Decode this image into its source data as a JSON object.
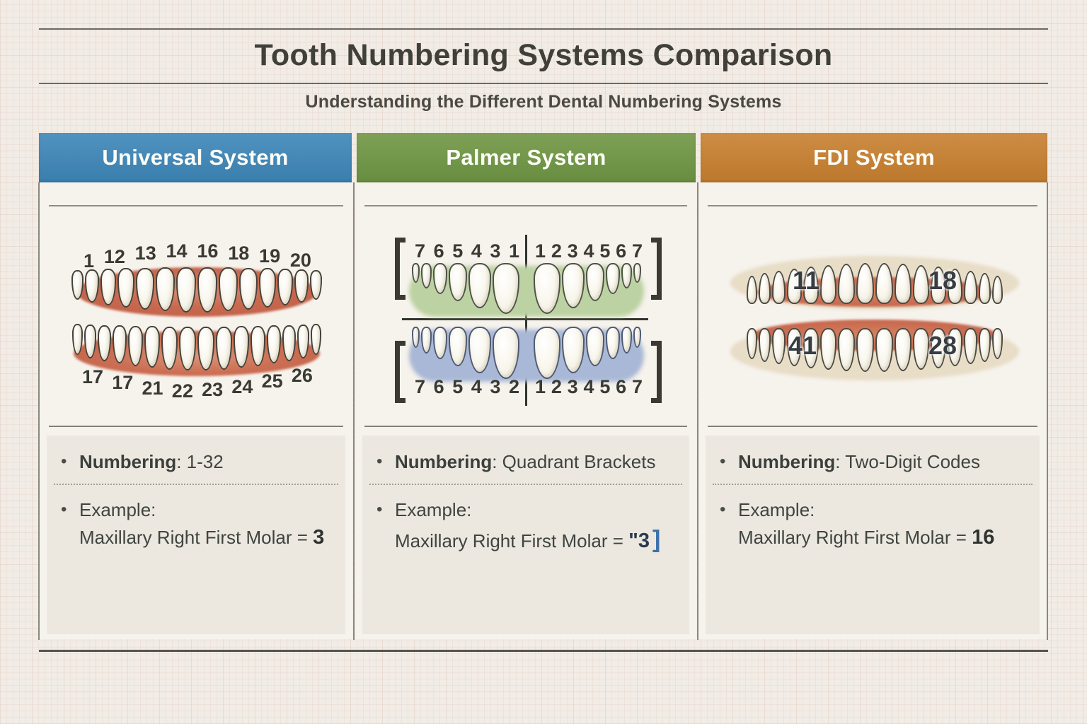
{
  "page": {
    "title": "Tooth Numbering Systems Comparison",
    "subtitle": "Understanding the Different Dental Numbering Systems"
  },
  "panels": [
    {
      "header": "Universal System",
      "header_color": "#3d86b8",
      "teeth": {
        "upper_labels": [
          "1",
          "12",
          "13",
          "14",
          "16",
          "18",
          "19",
          "20"
        ],
        "lower_labels": [
          "17",
          "17",
          "21",
          "22",
          "23",
          "24",
          "25",
          "26"
        ]
      },
      "numbering_label": "Numbering",
      "numbering_text": ": 1-32",
      "example_label": "Example:",
      "example_text": "Maxillary Right First Molar = ",
      "example_value": "3",
      "example_bracket": ""
    },
    {
      "header": "Palmer System",
      "header_color": "#6f9643",
      "teeth": {
        "upper_left": [
          "7",
          "6",
          "5",
          "4",
          "3",
          "1"
        ],
        "upper_right": [
          "1",
          "2",
          "3",
          "4",
          "5",
          "6",
          "7"
        ],
        "lower_left": [
          "7",
          "6",
          "5",
          "4",
          "3",
          "2"
        ],
        "lower_right": [
          "1",
          "2",
          "3",
          "4",
          "5",
          "6",
          "7"
        ]
      },
      "numbering_label": "Numbering",
      "numbering_text": ": Quadrant Brackets",
      "example_label": "Example:",
      "example_text": "Maxillary Right First Molar = ",
      "example_value": "\"3",
      "example_bracket": "]"
    },
    {
      "header": "FDI System",
      "header_color": "#c8802f",
      "teeth": {
        "upper_labels": [
          "11",
          "18"
        ],
        "lower_labels": [
          "41",
          "28"
        ]
      },
      "numbering_label": "Numbering",
      "numbering_text": ": Two-Digit Codes",
      "example_label": "Example:",
      "example_text": "Maxillary Right First Molar = ",
      "example_value": "16",
      "example_bracket": ""
    }
  ],
  "colors": {
    "universal_header": "#3d86b8",
    "palmer_header": "#6f9643",
    "fdi_header": "#c8802f",
    "gum": "#c96a50",
    "palmer_upper_blob": "#bcd2a2",
    "palmer_lower_blob": "#a9b8d6",
    "palmer_bracket_blue": "#3e70ab"
  }
}
